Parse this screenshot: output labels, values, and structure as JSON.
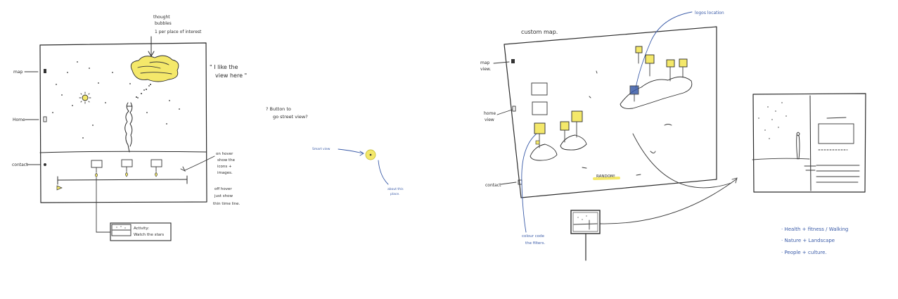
{
  "sketch1": {
    "thought_bubble_note_1": "thought",
    "thought_bubble_note_2": "bubbles",
    "thought_bubble_note_3": "1 per place of interest",
    "quote_1": "\" I like the",
    "quote_2": "view here \"",
    "sidebar": [
      "map",
      "Home",
      "contact"
    ],
    "hover_note": [
      "on hover",
      "show the",
      "icons +",
      "images."
    ],
    "off_hover_note": [
      "off hover",
      "just show",
      "thin time line."
    ],
    "activity_popup": [
      "Activity:",
      "Watch the stars"
    ]
  },
  "middle": {
    "question_1": "? Button to",
    "question_2": "go street view?",
    "label_left": "Smart view",
    "label_bottom_1": "about this",
    "label_bottom_2": "place."
  },
  "sketch2": {
    "title": "custom map.",
    "sidebar": [
      "map",
      "view.",
      "home",
      "view",
      "contact"
    ],
    "logo_note": "logos location",
    "random_button": "RANDOM!",
    "color_note_1": "colour code",
    "color_note_2": "the filters."
  },
  "filters": [
    "· Health + fitness  / Walking",
    "· Nature + Landscape",
    "· People + culture."
  ],
  "colors": {
    "ink": "#2b2b2b",
    "blue": "#3a5ba8",
    "highlight": "#f4e86a"
  }
}
